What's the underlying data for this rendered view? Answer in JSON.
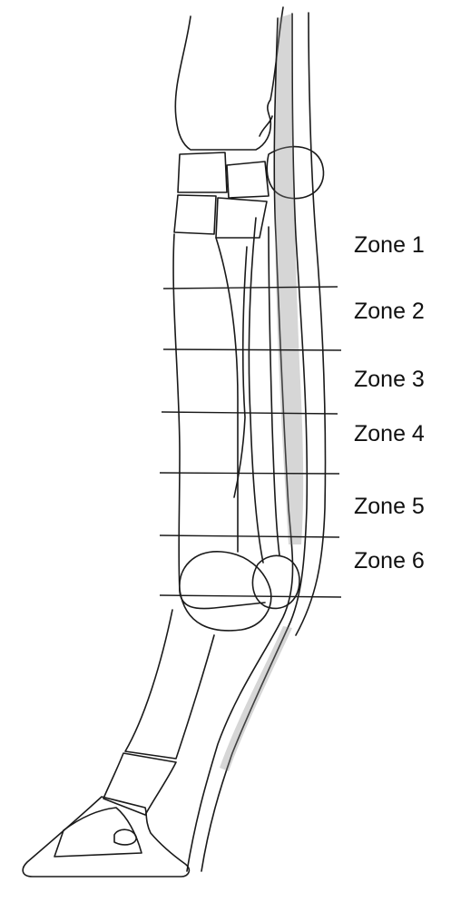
{
  "zones": [
    {
      "label": "Zone 1"
    },
    {
      "label": "Zone 2"
    },
    {
      "label": "Zone 3"
    },
    {
      "label": "Zone 4"
    },
    {
      "label": "Zone 5"
    },
    {
      "label": "Zone 6"
    }
  ],
  "colors": {
    "ink": "#1a1a1a",
    "background": "#ffffff",
    "shading": "#8a8a8a"
  }
}
